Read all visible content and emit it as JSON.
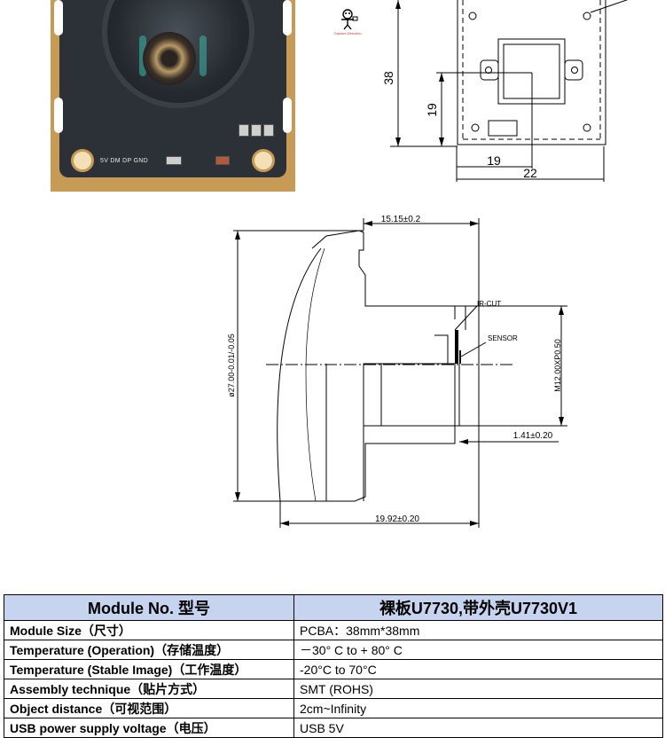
{
  "photo": {
    "caption": "5V DM DP GND"
  },
  "logo": {
    "text": "Capture Direction"
  },
  "top_drawing": {
    "height_label": "38",
    "hole_height_label": "19",
    "hole_width_label": "19",
    "width_label": "22"
  },
  "lens_drawing": {
    "length_label": "15.15±0.2",
    "ircut_label": "IR-CUT",
    "sensor_label": "SENSOR",
    "diameter_label": "ø27.00-0.01/-0.05",
    "thread_label": "M12.00XP0.50",
    "flange_label": "1.41±0.20",
    "total_label": "19.92±0.20"
  },
  "spec_table": {
    "header_left": "Module No. 型号",
    "header_right": "裸板U7730,带外壳U7730V1",
    "rows": [
      {
        "key": "Module Size（尺寸）",
        "value": "PCBA：38mm*38mm"
      },
      {
        "key": "Temperature (Operation)（存储温度）",
        "value": "－30° C to + 80° C"
      },
      {
        "key": "Temperature (Stable Image)（工作温度）",
        "value": "-20°C to 70°C"
      },
      {
        "key": "Assembly technique（贴片方式）",
        "value": "SMT (ROHS)"
      },
      {
        "key": "Object distance（可视范围）",
        "value": "2cm~Infinity"
      },
      {
        "key": "USB power supply voltage（电压）",
        "value": "USB 5V"
      }
    ]
  }
}
